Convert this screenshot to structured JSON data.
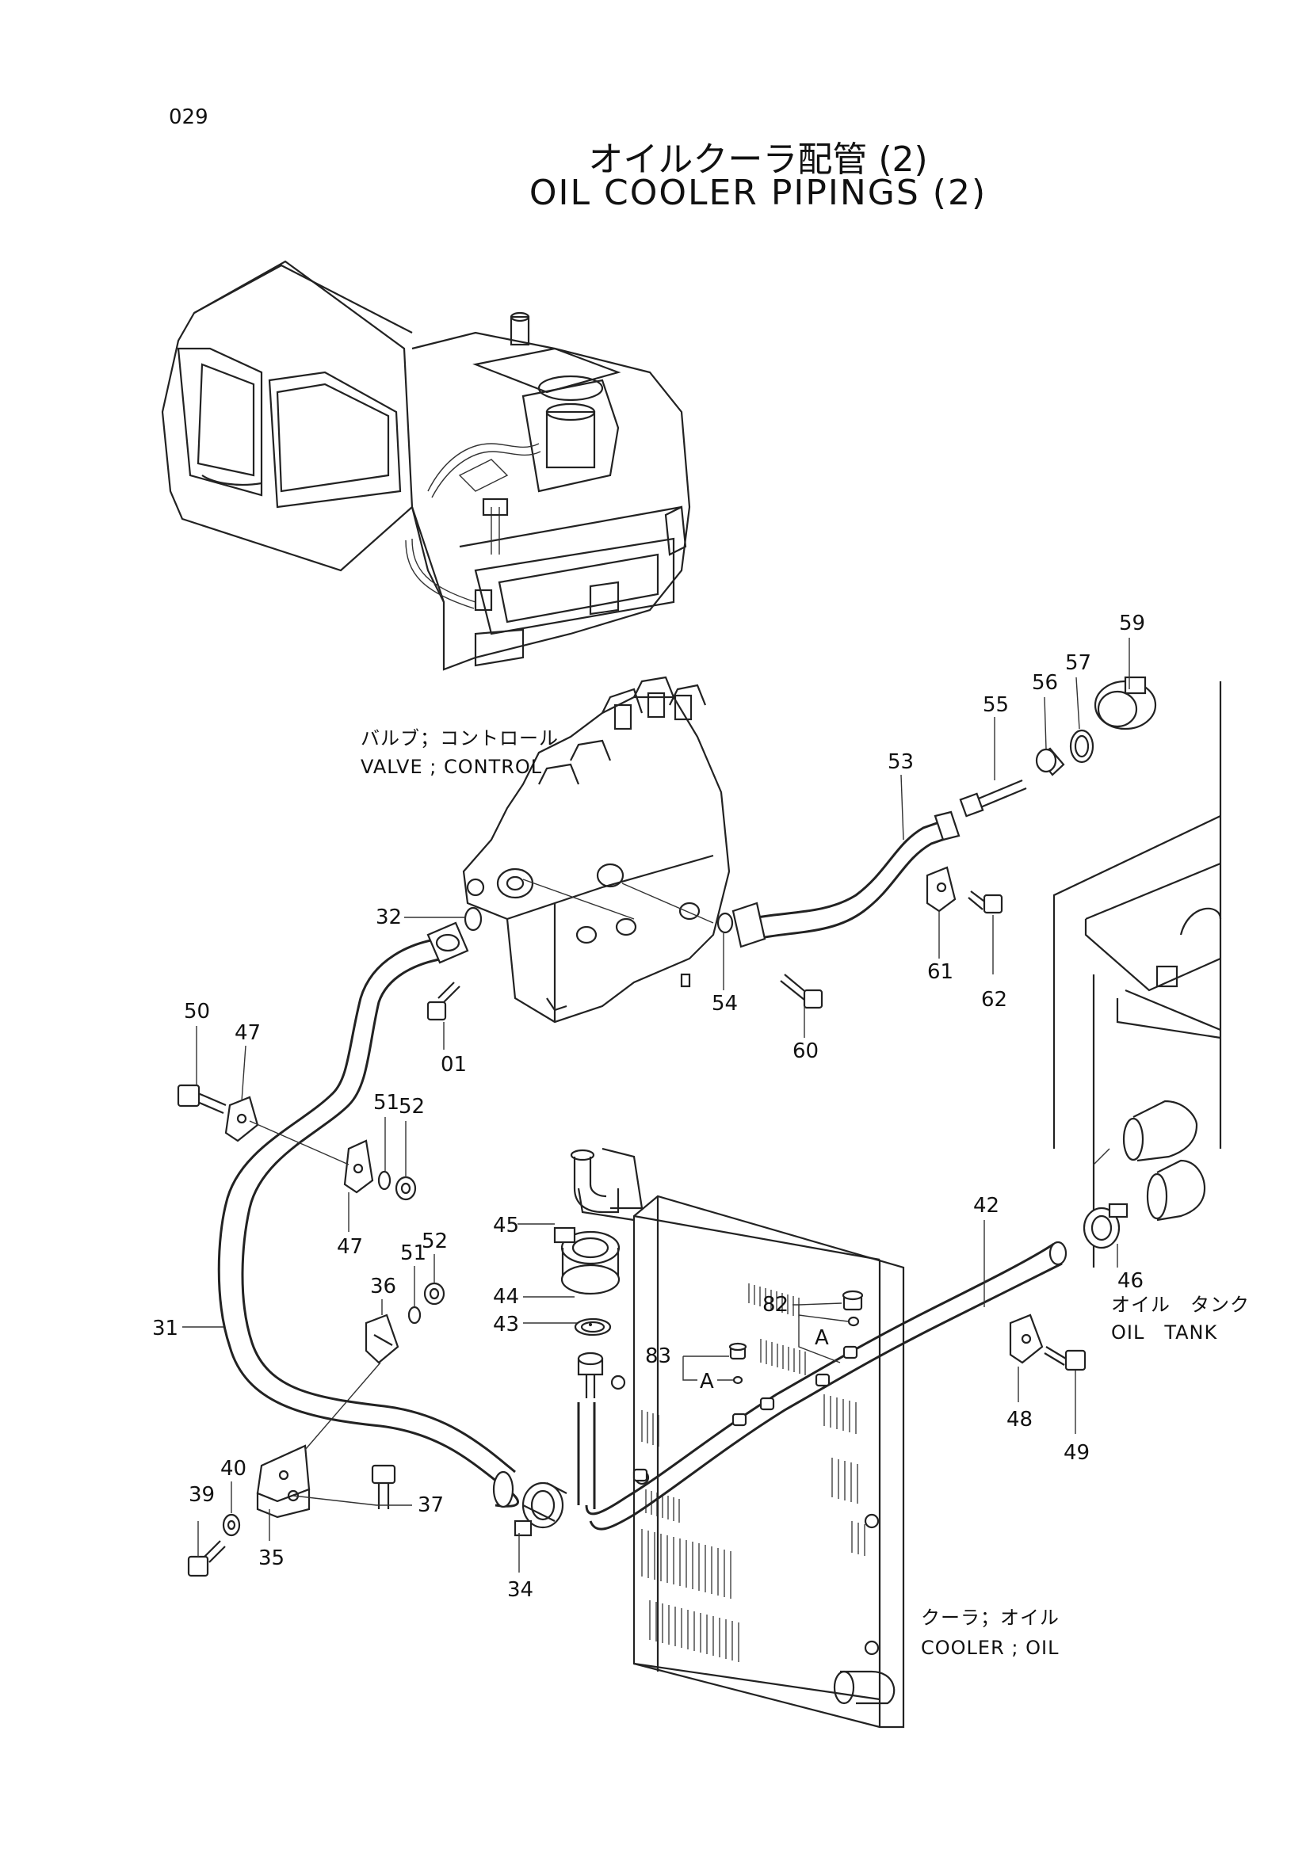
{
  "page_number": "029",
  "title_jp": "オイルクーラ配管 (2)",
  "title_en": "OIL COOLER PIPINGS (2)",
  "components": {
    "valve_jp": "バルブ；コントロール",
    "valve_en": "VALVE ; CONTROL",
    "tank_jp": "オイル　タンク",
    "tank_en": "OIL　TANK",
    "cooler_jp": "クーラ；オイル",
    "cooler_en": "COOLER ; OIL"
  },
  "refs": {
    "a1": "A",
    "a2": "A"
  },
  "parts": [
    {
      "id": "59"
    },
    {
      "id": "57"
    },
    {
      "id": "56"
    },
    {
      "id": "55"
    },
    {
      "id": "53"
    },
    {
      "id": "32"
    },
    {
      "id": "61"
    },
    {
      "id": "62"
    },
    {
      "id": "54"
    },
    {
      "id": "60"
    },
    {
      "id": "01"
    },
    {
      "id": "50"
    },
    {
      "id": "47"
    },
    {
      "id": "51"
    },
    {
      "id": "52"
    },
    {
      "id": "47"
    },
    {
      "id": "45"
    },
    {
      "id": "52"
    },
    {
      "id": "51"
    },
    {
      "id": "36"
    },
    {
      "id": "44"
    },
    {
      "id": "43"
    },
    {
      "id": "31"
    },
    {
      "id": "82"
    },
    {
      "id": "83"
    },
    {
      "id": "42"
    },
    {
      "id": "46"
    },
    {
      "id": "48"
    },
    {
      "id": "49"
    },
    {
      "id": "40"
    },
    {
      "id": "39"
    },
    {
      "id": "35"
    },
    {
      "id": "37"
    },
    {
      "id": "34"
    }
  ]
}
